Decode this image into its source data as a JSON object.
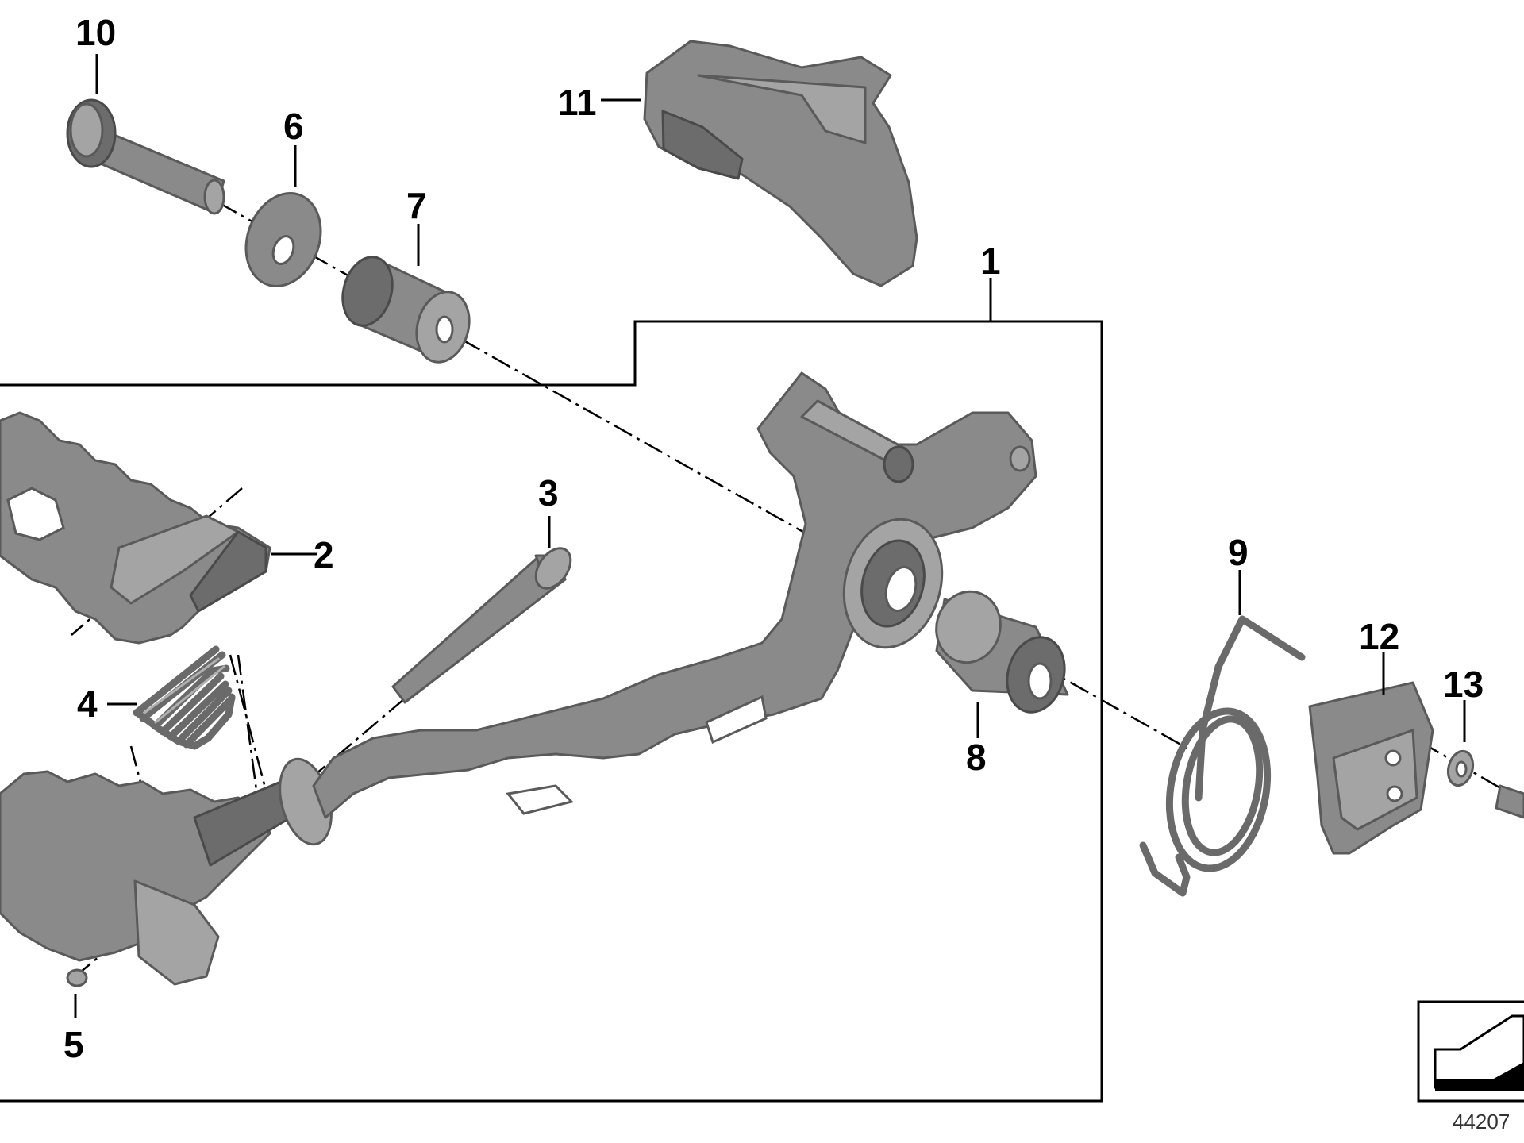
{
  "diagram": {
    "part_numbers": [
      "1",
      "2",
      "3",
      "4",
      "5",
      "6",
      "7",
      "8",
      "9",
      "10",
      "11",
      "12",
      "13"
    ],
    "figure_number": "44207",
    "colors": {
      "part_fill": "#8a8a8a",
      "part_outline": "#5a5a5a",
      "line": "#000000",
      "background": "#ffffff"
    }
  }
}
